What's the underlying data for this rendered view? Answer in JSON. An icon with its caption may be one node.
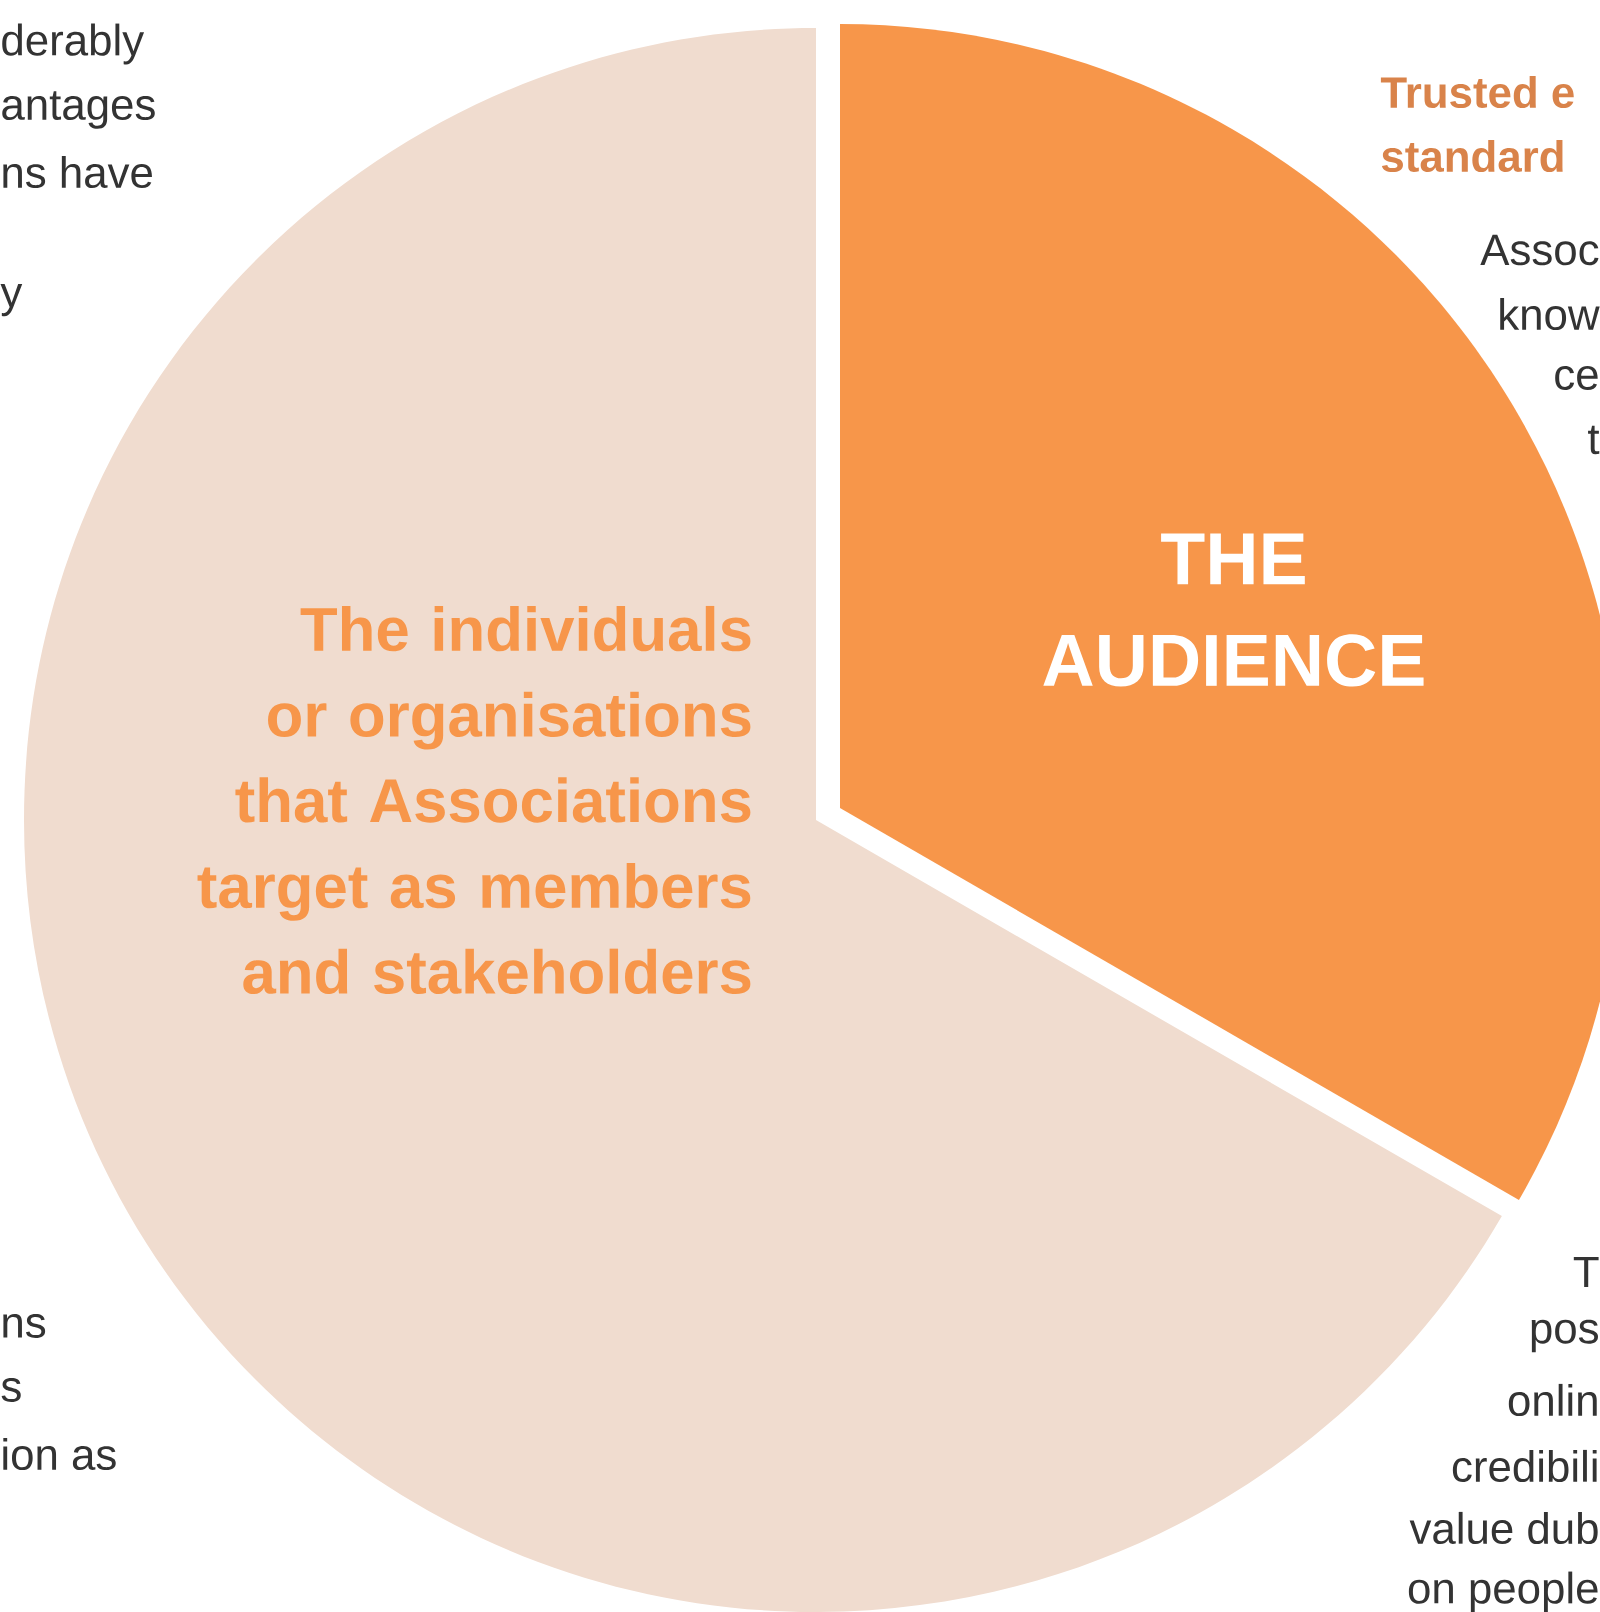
{
  "diagram": {
    "nodes": [
      {
        "text": [
          "The individuals or organisations that Associations target as members and stakeholders"
        ]
      },
      {
        "text": [
          "THE AUDIENCE"
        ]
      }
    ],
    "labels": [
      "derably",
      "antages",
      "ns have",
      "y",
      "Trusted e",
      "standard",
      "Assoc",
      "know",
      "ce",
      "t",
      "ns",
      "s",
      "ion as",
      "T",
      "pos",
      "onlin",
      "credibili",
      "value dub",
      "on people"
    ]
  }
}
